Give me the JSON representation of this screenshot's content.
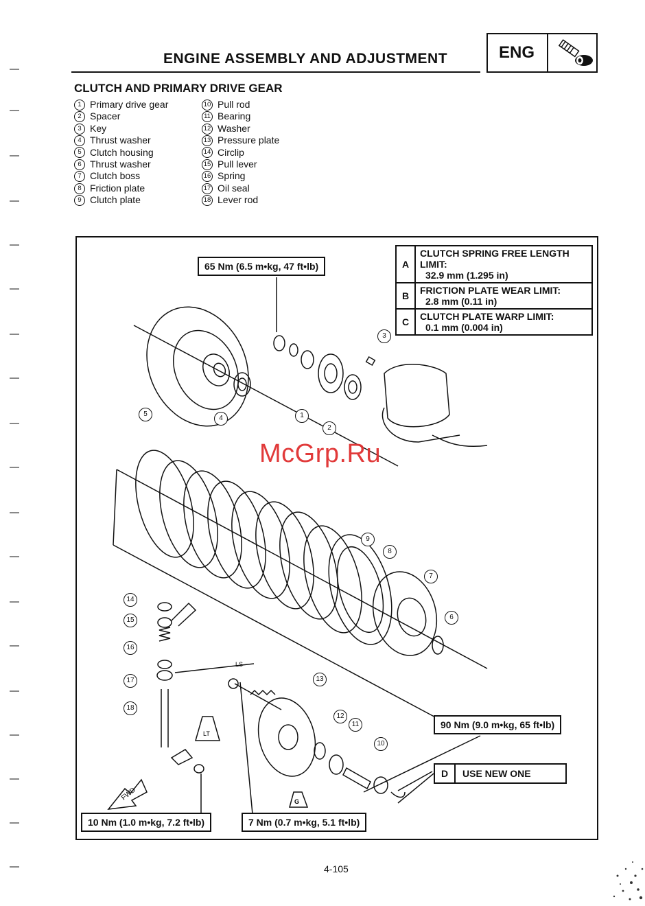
{
  "header": {
    "title": "ENGINE ASSEMBLY AND ADJUSTMENT",
    "badge": "ENG",
    "badge_icon": "engine-icon"
  },
  "section": {
    "title": "CLUTCH AND PRIMARY DRIVE GEAR"
  },
  "parts": [
    {
      "num": "1",
      "name": "Primary drive gear"
    },
    {
      "num": "2",
      "name": "Spacer"
    },
    {
      "num": "3",
      "name": "Key"
    },
    {
      "num": "4",
      "name": "Thrust washer"
    },
    {
      "num": "5",
      "name": "Clutch housing"
    },
    {
      "num": "6",
      "name": "Thrust washer"
    },
    {
      "num": "7",
      "name": "Clutch boss"
    },
    {
      "num": "8",
      "name": "Friction plate"
    },
    {
      "num": "9",
      "name": "Clutch plate"
    },
    {
      "num": "10",
      "name": "Pull rod"
    },
    {
      "num": "11",
      "name": "Bearing"
    },
    {
      "num": "12",
      "name": "Washer"
    },
    {
      "num": "13",
      "name": "Pressure plate"
    },
    {
      "num": "14",
      "name": "Circlip"
    },
    {
      "num": "15",
      "name": "Pull lever"
    },
    {
      "num": "16",
      "name": "Spring"
    },
    {
      "num": "17",
      "name": "Oil seal"
    },
    {
      "num": "18",
      "name": "Lever rod"
    }
  ],
  "specs": [
    {
      "key": "A",
      "title": "CLUTCH SPRING FREE LENGTH LIMIT:",
      "value": "32.9 mm (1.295 in)"
    },
    {
      "key": "B",
      "title": "FRICTION PLATE WEAR LIMIT:",
      "value": "2.8 mm (0.11 in)"
    },
    {
      "key": "C",
      "title": "CLUTCH PLATE WARP LIMIT:",
      "value": "0.1 mm (0.004 in)"
    }
  ],
  "torques": {
    "t65": "65 Nm (6.5 m•kg, 47 ft•lb)",
    "t90": "90 Nm (9.0 m•kg, 65 ft•lb)",
    "t10": "10 Nm (1.0 m•kg, 7.2 ft•lb)",
    "t7": "7 Nm (0.7 m•kg, 5.1 ft•lb)"
  },
  "note_d": {
    "key": "D",
    "text": "USE NEW ONE"
  },
  "diagram_labels": {
    "fwd": "FWD",
    "lt": "LT",
    "g": "G",
    "ls": "LS"
  },
  "watermark": "McGrp.Ru",
  "page_number": "4-105"
}
